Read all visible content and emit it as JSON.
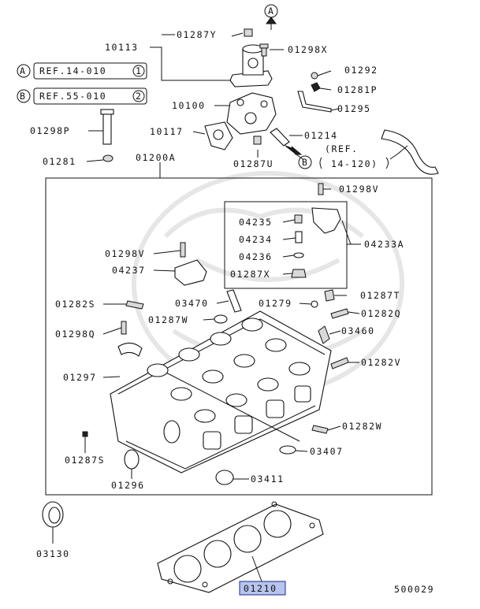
{
  "diagram": {
    "part_labels": {
      "p01287Y": "01287Y",
      "p10113": "10113",
      "p01298X": "01298X",
      "p01292": "01292",
      "p01281P": "01281P",
      "p01295": "01295",
      "p10100": "10100",
      "p01298P": "01298P",
      "p10117": "10117",
      "p01214": "01214",
      "p01287U": "01287U",
      "p01281": "01281",
      "p01200A": "01200A",
      "p01298V_top": "01298V",
      "p04235": "04235",
      "p04234": "04234",
      "p04236": "04236",
      "p01287X": "01287X",
      "p04233A": "04233A",
      "p01298V": "01298V",
      "p04237": "04237",
      "p03470": "03470",
      "p01279": "01279",
      "p01287T": "01287T",
      "p01282S": "01282S",
      "p01287W": "01287W",
      "p01282Q": "01282Q",
      "p01298Q": "01298Q",
      "p03460": "03460",
      "p01297": "01297",
      "p01282V": "01282V",
      "p01282W": "01282W",
      "p01287S": "01287S",
      "p03407": "03407",
      "p01296": "01296",
      "p03411": "03411",
      "p03130": "03130",
      "p01210": "01210"
    },
    "refs": {
      "a_marker": "A",
      "a_text": "REF.14-010",
      "a_num": "1",
      "b_marker": "B",
      "b_text": "REF.55-010",
      "b_num": "2",
      "hose_ref_line1": "(REF.",
      "hose_ref_line2": "14-120)"
    },
    "flow_markers": {
      "top_arrow": "A",
      "side_arrow": "B"
    },
    "diagram_id": "500029",
    "highlight_color": "#b7c4ee"
  }
}
